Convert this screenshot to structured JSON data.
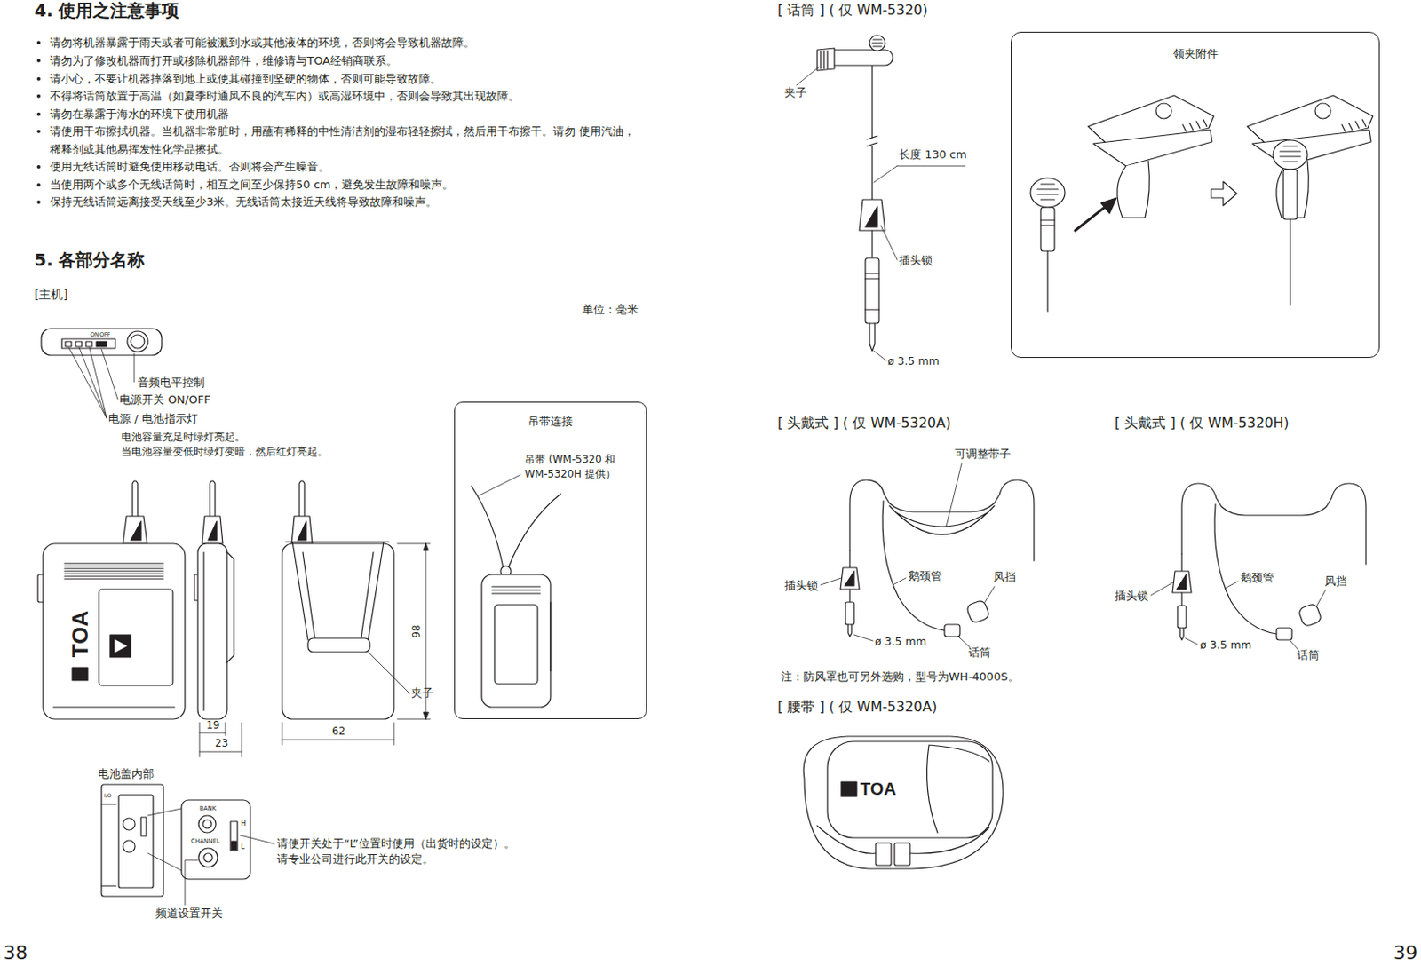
{
  "diagram": {
    "nodes": [
      {
        "text": [
          "吊带连接",
          "吊带 (WM-5320 和 WM-5320H 提供）"
        ]
      },
      {
        "text": [
          "领夹附件"
        ]
      }
    ],
    "labels": [
      "4. 使用之注意事项",
      "请勿将机器暴露于雨天或者可能被溅到水或其他液体的环境，否则将会导致机器故障。",
      "请勿为了修改机器而打开或移除机器部件，维修请与TOA经销商联系。",
      "请小心，不要让机器摔落到地上或使其碰撞到坚硬的物体，否则可能导致故障。",
      "不得将话筒放置于高温（如夏季时通风不良的汽车内）或高湿环境中，否则会导致其出现故障。",
      "请勿在暴露于海水的环境下使用机器",
      "请使用干布擦拭机器。当机器非常脏时，用蘸有稀释的中性清洁剂的湿布轻轻擦拭，然后用干布擦干。请勿 使用汽油，稀释剂或其他易挥发性化学品擦拭。",
      "使用无线话筒时避免使用移动电话。否则将会产生噪音。",
      "当使用两个或多个无线话筒时，相互之间至少保持50 cm，避免发生故障和噪声。",
      "保持无线话筒远离接受天线至少3米。无线话筒太接近天线将导致故障和噪声。",
      "5. 各部分名称",
      "[主机]",
      "单位：毫米",
      "ON",
      "OFF",
      "音频电平控制",
      "电源开关 ON/OFF",
      "电源 / 电池指示灯",
      "电池容量充足时绿灯亮起。 当电池容量变低时绿灯变暗，然后红灯亮起。",
      "TOA",
      "98",
      "19",
      "23",
      "62",
      "夹子",
      "电池盖内部",
      "I/O",
      "BANK",
      "CHANNEL",
      "H",
      "L",
      "请使开关处于“L”位置时使用（出货时的设定）。 请专业公司进行此开关的设定。",
      "频道设置开关",
      "38",
      "[ 话筒 ] ( 仅 WM-5320)",
      "夹子",
      "长度 130 cm",
      "插头锁",
      "ø 3.5 mm",
      "[ 头戴式 ] ( 仅 WM-5320A)",
      "可调整带子",
      "插头锁",
      "鹅颈管",
      "风挡",
      "ø 3.5 mm",
      "话筒",
      "[ 头戴式 ] ( 仅 WM-5320H)",
      "插头锁",
      "鹅颈管",
      "风挡",
      "ø 3.5 mm",
      "话筒",
      "注：防风罩也可另外选购，型号为WH-4000S。",
      "[ 腰带 ] ( 仅 WM-5320A)",
      "TOA",
      "39"
    ]
  }
}
